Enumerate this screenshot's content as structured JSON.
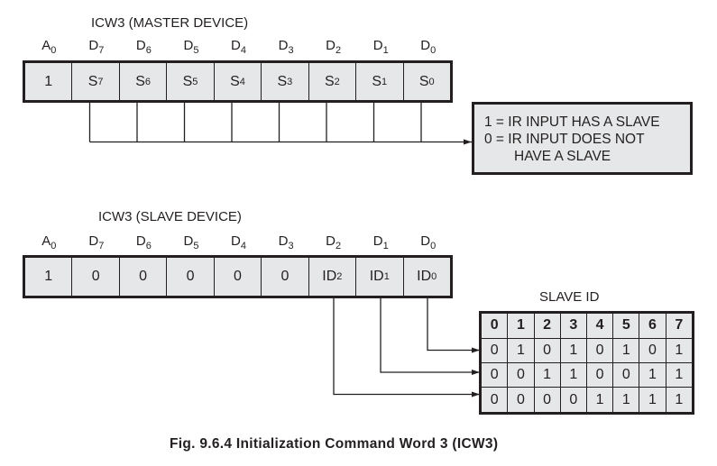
{
  "master": {
    "title": "ICW3 (MASTER DEVICE)",
    "bit_labels": [
      {
        "base": "A",
        "sub": "0"
      },
      {
        "base": "D",
        "sub": "7"
      },
      {
        "base": "D",
        "sub": "6"
      },
      {
        "base": "D",
        "sub": "5"
      },
      {
        "base": "D",
        "sub": "4"
      },
      {
        "base": "D",
        "sub": "3"
      },
      {
        "base": "D",
        "sub": "2"
      },
      {
        "base": "D",
        "sub": "1"
      },
      {
        "base": "D",
        "sub": "0"
      }
    ],
    "cells": [
      {
        "base": "1",
        "sub": ""
      },
      {
        "base": "S",
        "sub": "7"
      },
      {
        "base": "S",
        "sub": "6"
      },
      {
        "base": "S",
        "sub": "5"
      },
      {
        "base": "S",
        "sub": "4"
      },
      {
        "base": "S",
        "sub": "3"
      },
      {
        "base": "S",
        "sub": "2"
      },
      {
        "base": "S",
        "sub": "1"
      },
      {
        "base": "S",
        "sub": "0"
      }
    ],
    "legend": {
      "line1": "1 = IR INPUT HAS A SLAVE",
      "line2": "0 = IR INPUT DOES NOT",
      "line3": "HAVE A SLAVE"
    }
  },
  "slave": {
    "title": "ICW3 (SLAVE DEVICE)",
    "bit_labels": [
      {
        "base": "A",
        "sub": "0"
      },
      {
        "base": "D",
        "sub": "7"
      },
      {
        "base": "D",
        "sub": "6"
      },
      {
        "base": "D",
        "sub": "5"
      },
      {
        "base": "D",
        "sub": "4"
      },
      {
        "base": "D",
        "sub": "3"
      },
      {
        "base": "D",
        "sub": "2"
      },
      {
        "base": "D",
        "sub": "1"
      },
      {
        "base": "D",
        "sub": "0"
      }
    ],
    "cells": [
      {
        "base": "1",
        "sub": ""
      },
      {
        "base": "0",
        "sub": ""
      },
      {
        "base": "0",
        "sub": ""
      },
      {
        "base": "0",
        "sub": ""
      },
      {
        "base": "0",
        "sub": ""
      },
      {
        "base": "0",
        "sub": ""
      },
      {
        "base": "ID",
        "sub": "2"
      },
      {
        "base": "ID",
        "sub": "1"
      },
      {
        "base": "ID",
        "sub": "0"
      }
    ]
  },
  "slave_id_table": {
    "title": "SLAVE ID",
    "header": [
      "0",
      "1",
      "2",
      "3",
      "4",
      "5",
      "6",
      "7"
    ],
    "rows": [
      [
        "0",
        "1",
        "0",
        "1",
        "0",
        "1",
        "0",
        "1"
      ],
      [
        "0",
        "0",
        "1",
        "1",
        "0",
        "0",
        "1",
        "1"
      ],
      [
        "0",
        "0",
        "0",
        "0",
        "1",
        "1",
        "1",
        "1"
      ]
    ],
    "row_sources": [
      "ID0",
      "ID1",
      "ID2"
    ]
  },
  "caption": "Fig. 9.6.4 Initialization Command Word 3 (ICW3)",
  "colors": {
    "ink": "#231f20",
    "fill": "#e6e7e8",
    "background": "#ffffff"
  }
}
